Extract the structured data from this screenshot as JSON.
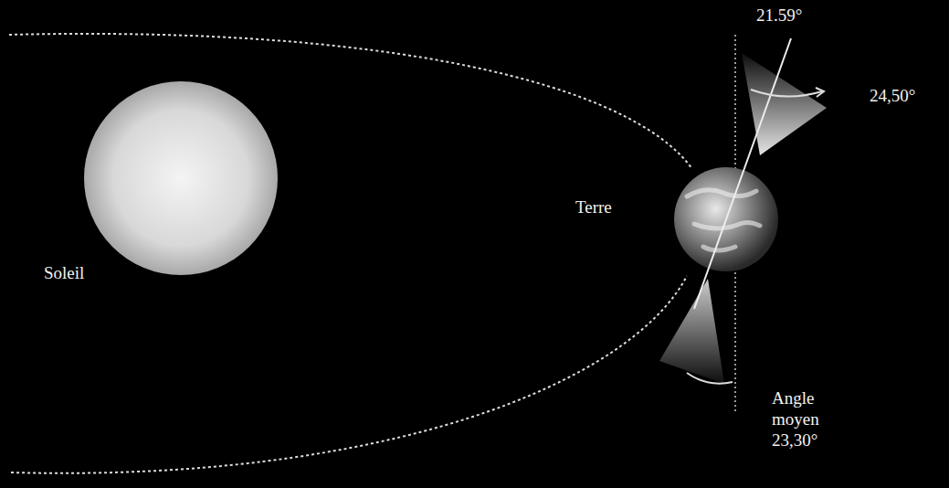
{
  "diagram": {
    "labels": [
      "Soleil",
      "Terre",
      "21.59°",
      "24,50°",
      "Angle moyen 23,30°"
    ]
  }
}
